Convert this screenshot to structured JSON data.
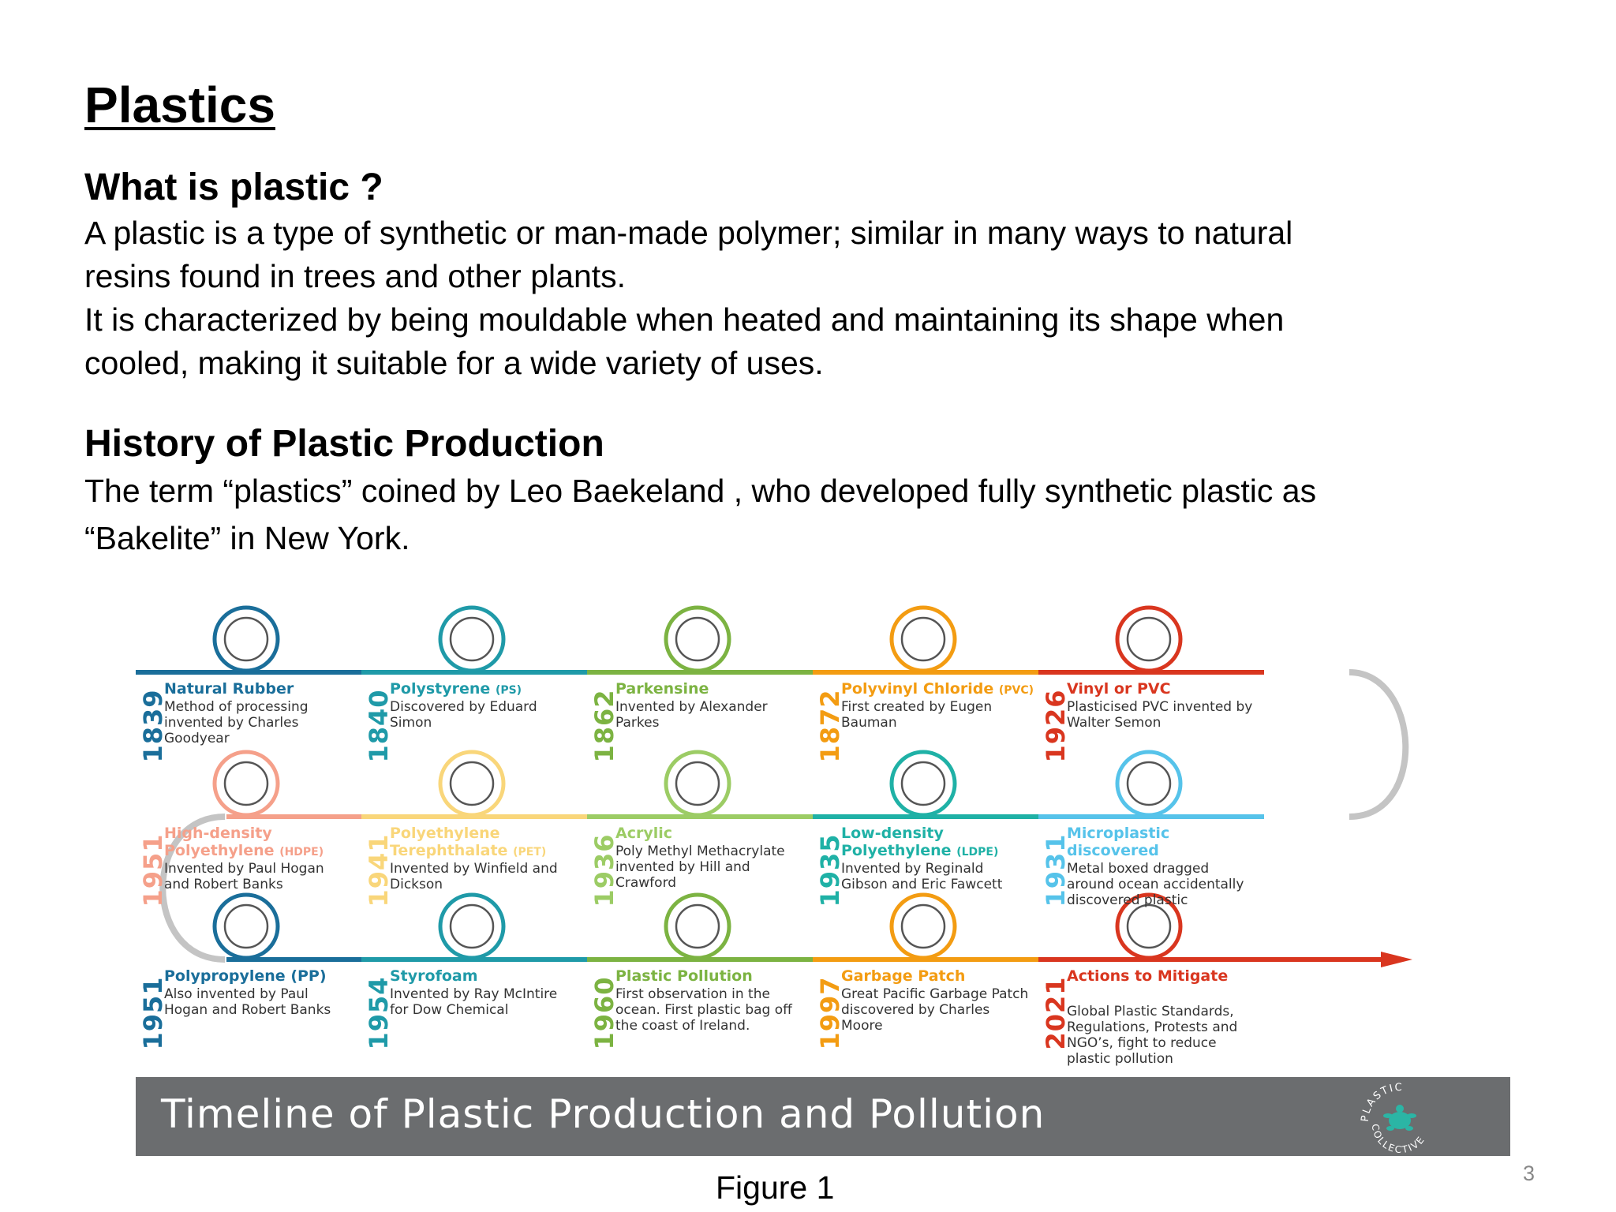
{
  "page": {
    "title": "Plastics",
    "section1_heading": "What is plastic ?",
    "section1_lines": [
      "A plastic is a type of synthetic or man-made polymer; similar in many ways to natural",
      "resins found in trees and other plants.",
      "It is characterized by being mouldable when  heated  and  maintaining its shape when",
      "cooled, making it suitable for a wide variety of uses."
    ],
    "section2_heading": "History of Plastic Production",
    "section2_lines": [
      "The term “plastics” coined by Leo Baekeland , who developed fully synthetic plastic as",
      "“Bakelite” in  New York."
    ],
    "figure_caption": "Figure 1",
    "page_number": "3"
  },
  "banner": {
    "title": "Timeline of Plastic Production and Pollution",
    "logo_text": "PLASTIC COLLECTIVE"
  },
  "timeline": [
    {
      "year": "1839",
      "title": "Natural Rubber",
      "abbr": "",
      "desc": "Method of processing invented by Charles Goodyear",
      "color": "#1a6e9a",
      "icon": "tire-icon"
    },
    {
      "year": "1840",
      "title": "Polystyrene",
      "abbr": "(PS)",
      "desc": "Discovered by Eduard Simon",
      "color": "#1f9aa8",
      "icon": "recycle-ps-icon"
    },
    {
      "year": "1862",
      "title": "Parkensine",
      "abbr": "",
      "desc": "Invented by Alexander Parkes",
      "color": "#7cb342",
      "icon": "comb-icon"
    },
    {
      "year": "1872",
      "title": "Polyvinyl Chloride",
      "abbr": "(PVC)",
      "desc": "First created by Eugen Bauman",
      "color": "#f39c12",
      "icon": "recycle-pvc-icon"
    },
    {
      "year": "1926",
      "title": "Vinyl or PVC",
      "abbr": "",
      "desc": "Plasticised PVC invented by Walter Semon",
      "color": "#d9361f",
      "icon": "pipes-icon"
    },
    {
      "year": "1931",
      "title": "Microplastic discovered",
      "abbr": "",
      "desc": "Metal boxed dragged around ocean accidentally discovered plastic",
      "color": "#56c3ea",
      "icon": "wave-icon"
    },
    {
      "year": "1935",
      "title": "Low-density Polyethylene",
      "abbr": "(LDPE)",
      "desc": "Invented by Reginald Gibson and Eric Fawcett",
      "color": "#1fb1a6",
      "icon": "recycle-ldpe-icon"
    },
    {
      "year": "1936",
      "title": "Acrylic",
      "abbr": "",
      "desc": "Poly Methyl Methacrylate invented by Hill and Crawford",
      "color": "#9ccc65",
      "icon": "nails-icon"
    },
    {
      "year": "1941",
      "title": "Polyethylene Terephthalate",
      "abbr": "(PET)",
      "desc": "Invented by Winfield and Dickson",
      "color": "#f9d67a",
      "icon": "recycle-pete-icon"
    },
    {
      "year": "1951",
      "title": "High-density Polyethylene",
      "abbr": "(HDPE)",
      "desc": "Invented by Paul Hogan and Robert Banks",
      "color": "#f5a08a",
      "icon": "recycle-hdpe-icon"
    },
    {
      "year": "1951",
      "title": "Polypropylene (PP)",
      "abbr": "",
      "desc": "Also invented by Paul Hogan and Robert Banks",
      "color": "#1a6e9a",
      "icon": "recycle-pp-icon"
    },
    {
      "year": "1954",
      "title": "Styrofoam",
      "abbr": "",
      "desc": "Invented by Ray McIntire for Dow Chemical",
      "color": "#1f9aa8",
      "icon": "cup-icon"
    },
    {
      "year": "1960",
      "title": "Plastic Pollution",
      "abbr": "",
      "desc": "First observation in the ocean. First plastic bag off the coast of Ireland.",
      "color": "#7cb342",
      "icon": "trash-bin-icon"
    },
    {
      "year": "1997",
      "title": "Garbage Patch",
      "abbr": "",
      "desc": "Great Pacific Garbage Patch discovered by Charles Moore",
      "color": "#f39c12",
      "icon": "garbage-icon"
    },
    {
      "year": "2021",
      "title": "Actions to Mitigate",
      "abbr": "",
      "desc": "Global Plastic Standards, Regulations, Protests and NGO’s, fight to reduce plastic pollution",
      "color": "#d9361f",
      "icon": "no-plastic-icon"
    }
  ]
}
